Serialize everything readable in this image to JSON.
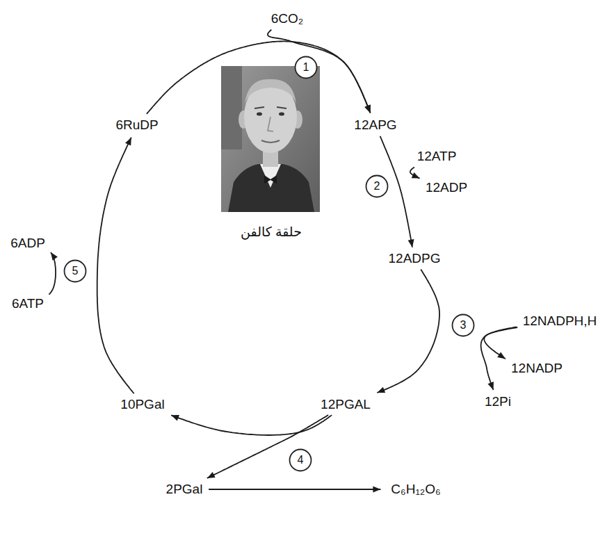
{
  "diagram": {
    "nodes": [
      {
        "text": [
          "6CO₂"
        ]
      },
      {
        "text": [
          "1"
        ]
      },
      {
        "text": [
          "6RuDP"
        ]
      },
      {
        "text": [
          "12APG"
        ]
      },
      {
        "text": [
          "12ATP"
        ]
      },
      {
        "text": [
          "2"
        ]
      },
      {
        "text": [
          "12ADP"
        ]
      },
      {
        "text": [
          "12ADPG"
        ]
      },
      {
        "text": [
          "3"
        ]
      },
      {
        "text": [
          "12NADPH,H"
        ]
      },
      {
        "text": [
          "12NADP"
        ]
      },
      {
        "text": [
          "12Pi"
        ]
      },
      {
        "text": [
          "12PGAL"
        ]
      },
      {
        "text": [
          "10PGal"
        ]
      },
      {
        "text": [
          "4"
        ]
      },
      {
        "text": [
          "2PGal"
        ]
      },
      {
        "text": [
          "C₆H₁₂O₆"
        ]
      },
      {
        "text": [
          "5"
        ]
      },
      {
        "text": [
          "6ADP"
        ]
      },
      {
        "text": [
          "6ATP"
        ]
      }
    ],
    "edges": [
      {
        "from": 2,
        "to": 3,
        "arrow": "to"
      },
      {
        "from": 0,
        "to": 3,
        "arrow": "to"
      },
      {
        "from": 3,
        "to": 7,
        "arrow": "to"
      },
      {
        "from": 4,
        "to": 6,
        "arrow": "to"
      },
      {
        "from": 7,
        "to": 12,
        "arrow": "to"
      },
      {
        "from": 9,
        "to": 10,
        "arrow": "to"
      },
      {
        "from": 9,
        "to": 11,
        "arrow": "to"
      },
      {
        "from": 12,
        "to": 13,
        "arrow": "to"
      },
      {
        "from": 12,
        "to": 15,
        "arrow": "to"
      },
      {
        "from": 15,
        "to": 16,
        "arrow": "to"
      },
      {
        "from": 13,
        "to": 2,
        "arrow": "to"
      },
      {
        "from": 19,
        "to": 18,
        "arrow": "to"
      }
    ],
    "labels": [
      "حلقة كالفن"
    ]
  }
}
